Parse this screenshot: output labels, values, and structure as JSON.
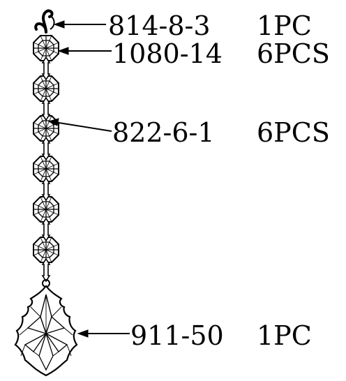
{
  "labels": {
    "hook": {
      "code": "814-8-3",
      "qty": "1PC"
    },
    "octagon": {
      "code": "1080-14",
      "qty": "6PCS"
    },
    "connector": {
      "code": "822-6-1",
      "qty": "6PCS"
    },
    "pendant": {
      "code": "911-50",
      "qty": "1PC"
    }
  },
  "colors": {
    "ink": "#000000",
    "background": "#ffffff"
  }
}
